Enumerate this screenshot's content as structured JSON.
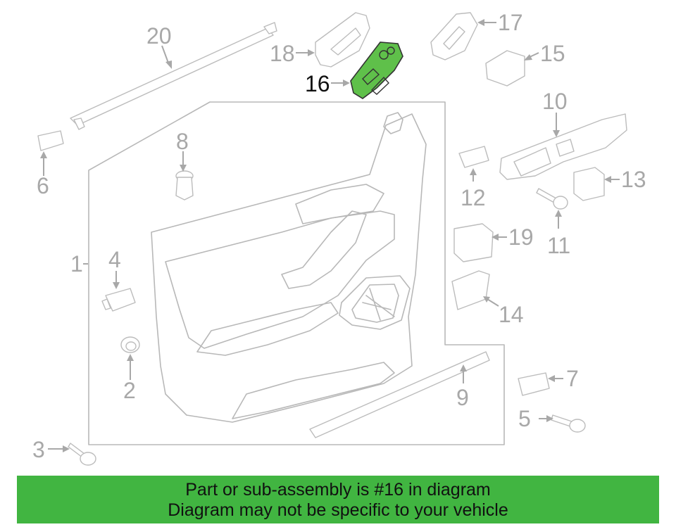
{
  "diagram": {
    "highlight_color": "#5fc04a",
    "callouts": [
      "1",
      "2",
      "3",
      "4",
      "5",
      "6",
      "7",
      "8",
      "9",
      "10",
      "11",
      "12",
      "13",
      "14",
      "15",
      "16",
      "17",
      "18",
      "19",
      "20"
    ],
    "highlighted_part": "16"
  },
  "banner": {
    "background": "#41b541",
    "line1": "Part or sub-assembly is #16 in diagram",
    "line2": "Diagram may not be specific to your vehicle"
  }
}
